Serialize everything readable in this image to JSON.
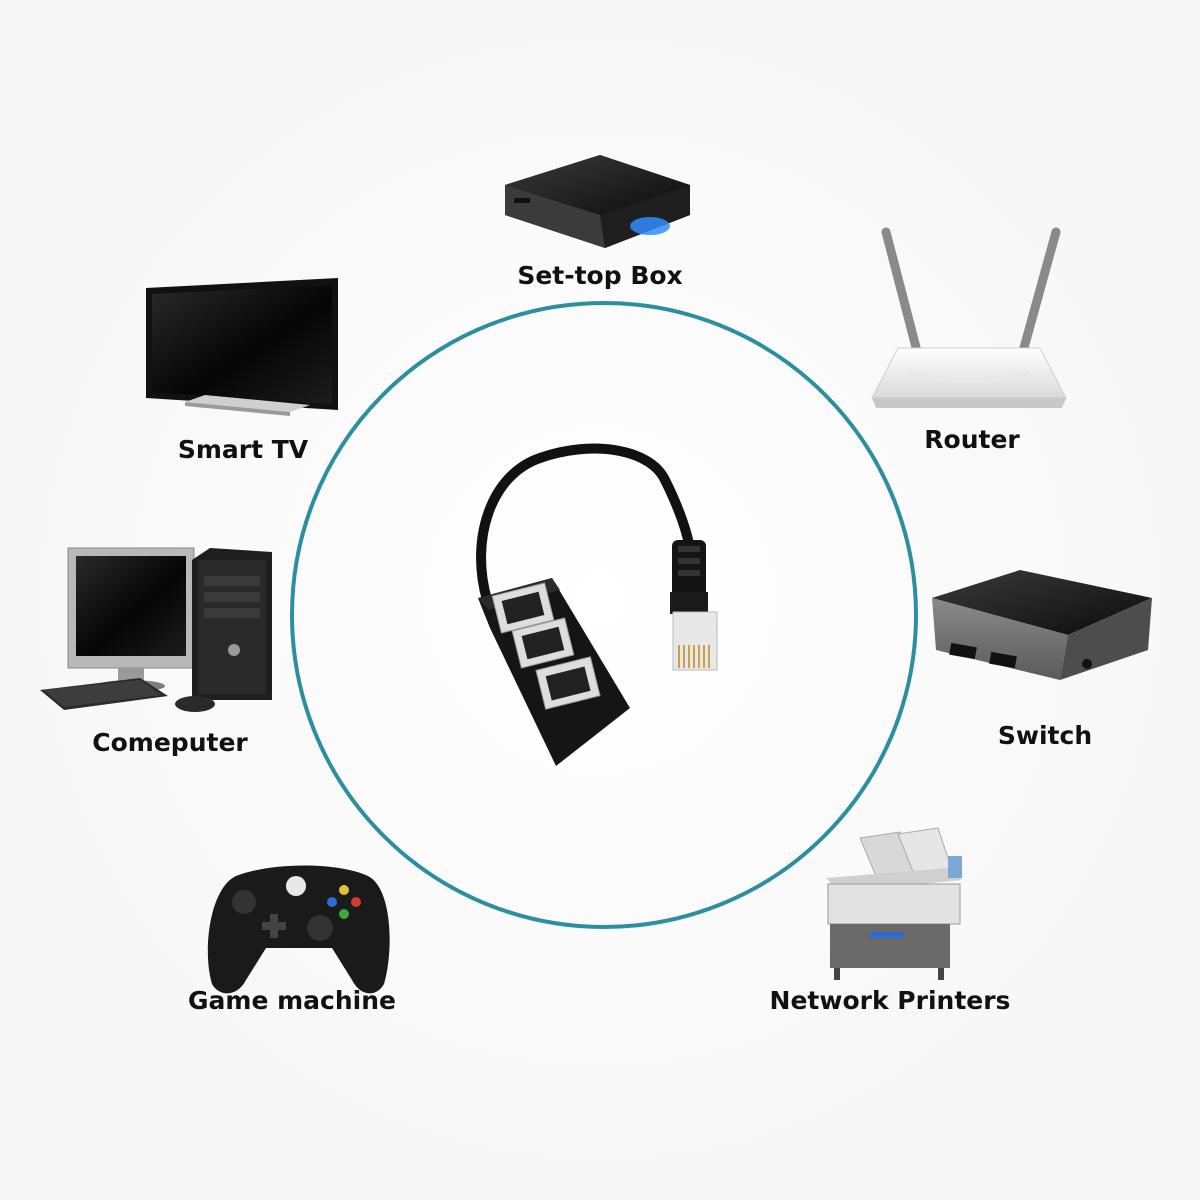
{
  "colors": {
    "ring": "#2c8fa0",
    "device_dark": "#141414",
    "device_white": "#f2f2f2",
    "accent_blue": "#2f8cff",
    "label": "#111111"
  },
  "center": {
    "icon": "ethernet-splitter-icon"
  },
  "devices": [
    {
      "id": "set-top-box",
      "label": "Set-top Box",
      "icon": "set-top-box-icon"
    },
    {
      "id": "smart-tv",
      "label": "Smart TV",
      "icon": "tv-icon"
    },
    {
      "id": "router",
      "label": "Router",
      "icon": "router-icon"
    },
    {
      "id": "computer",
      "label": "Comeputer",
      "icon": "desktop-computer-icon"
    },
    {
      "id": "switch",
      "label": "Switch",
      "icon": "hdmi-switch-icon"
    },
    {
      "id": "game-machine",
      "label": "Game machine",
      "icon": "game-controller-icon"
    },
    {
      "id": "network-printers",
      "label": "Network Printers",
      "icon": "printer-icon"
    }
  ]
}
